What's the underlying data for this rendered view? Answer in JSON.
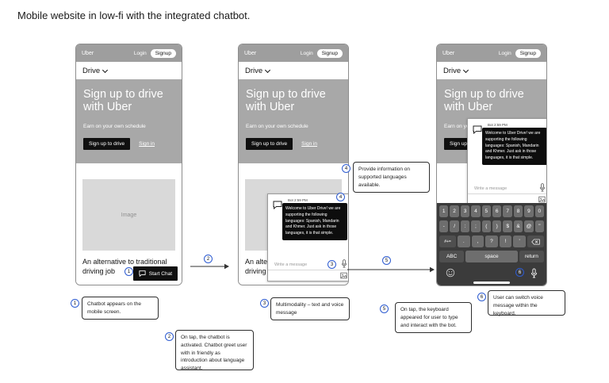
{
  "title": "Mobile website in low-fi with the integrated chatbot.",
  "site": {
    "brand": "Uber",
    "login": "Login",
    "signup": "Signup",
    "nav_item": "Drive",
    "hero_title": "Sign up to drive with Uber",
    "hero_sub": "Earn on your own schedule",
    "cta_primary": "Sign up to drive",
    "cta_secondary": "Sign in",
    "image_placeholder": "Image",
    "body_text": "An alternative to traditional driving job",
    "start_chat": "Start Chat"
  },
  "chatbot": {
    "timestamp": "Bot 2:59 PM",
    "welcome_message": "Welcome to Uber Drive! we are supporting the following languages: Spanish, Mandarin and Khmer. Just ask in those languages, it is that simple.",
    "input_placeholder": "Write a message"
  },
  "keyboard": {
    "row1": [
      "1",
      "2",
      "3",
      "4",
      "5",
      "6",
      "7",
      "8",
      "9",
      "0"
    ],
    "row2": [
      "-",
      "/",
      ":",
      ";",
      "(",
      ")",
      "$",
      "&",
      "@",
      "\""
    ],
    "row3_shift": "#+=",
    "row3": [
      ".",
      ",",
      "?",
      "!",
      "'"
    ],
    "abc": "ABC",
    "space": "space",
    "return": "return"
  },
  "annotations": [
    {
      "num": "1",
      "text": "Chatbot appears on the mobile screen."
    },
    {
      "num": "2",
      "text": "On tap, the chatbot is activated. Chatbot greet user with in friendly as introduction about language assistant."
    },
    {
      "num": "3",
      "text": "Multimodality – text and voice message"
    },
    {
      "num": "4",
      "text": "Provide information on supported languages available."
    },
    {
      "num": "5",
      "text": "On tap, the keyboard appeared for user to type and interact with the bot."
    },
    {
      "num": "6",
      "text": "User can switch voice message within the keyboard."
    }
  ],
  "icons": {
    "chat_icon": "speech-bubble",
    "mic_icon": "microphone",
    "image_icon": "photo",
    "emoji_icon": "smiley-face",
    "backspace_icon": "backspace",
    "chevron_icon": "chevron-down"
  },
  "colors": {
    "annotation_blue": "#2d5bd1",
    "header_gray": "#9e9e9e",
    "hero_gray": "#a8a8a8",
    "placeholder_gray": "#d9d9d9",
    "keyboard_bg": "#3b3b3b",
    "key_gray": "#6e6e6e",
    "key_dark": "#4f4f4f",
    "bubble_black": "#0d0d0d"
  }
}
